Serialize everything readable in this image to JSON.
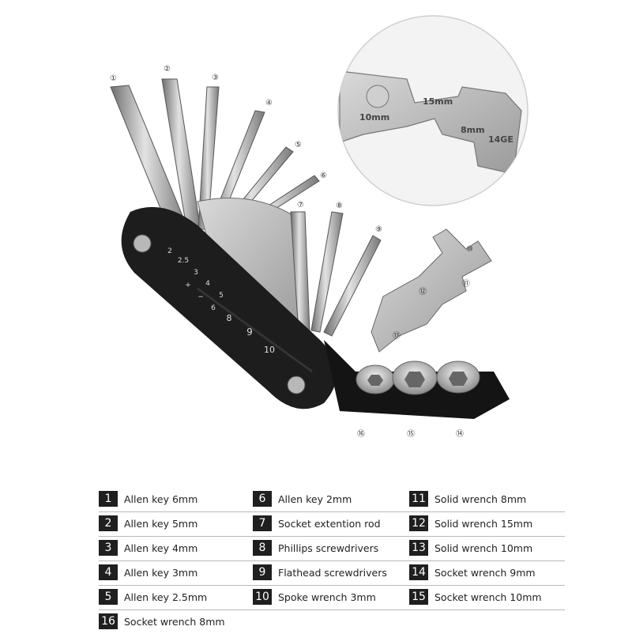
{
  "illustration": {
    "callouts": [
      "①",
      "②",
      "③",
      "④",
      "⑤",
      "⑥",
      "⑦",
      "⑧",
      "⑨",
      "⑩",
      "⑪",
      "⑫",
      "⑬",
      "⑭",
      "⑮",
      "⑯"
    ],
    "handle_marks": [
      "2",
      "2.5",
      "3",
      "4",
      "5",
      "+",
      "−",
      "6",
      "8",
      "9",
      "10"
    ],
    "inset_labels": {
      "a": "15mm",
      "b": "10mm",
      "c": "8mm",
      "d": "14GE"
    }
  },
  "parts": [
    {
      "num": "1",
      "name": "Allen key 6mm"
    },
    {
      "num": "2",
      "name": "Allen key 5mm"
    },
    {
      "num": "3",
      "name": "Allen key 4mm"
    },
    {
      "num": "4",
      "name": "Allen key 3mm"
    },
    {
      "num": "5",
      "name": "Allen key 2.5mm"
    },
    {
      "num": "6",
      "name": "Allen key 2mm"
    },
    {
      "num": "7",
      "name": "Socket extention rod"
    },
    {
      "num": "8",
      "name": "Phillips screwdrivers"
    },
    {
      "num": "9",
      "name": "Flathead screwdrivers"
    },
    {
      "num": "10",
      "name": "Spoke wrench 3mm"
    },
    {
      "num": "11",
      "name": "Solid wrench 8mm"
    },
    {
      "num": "12",
      "name": "Solid wrench 15mm"
    },
    {
      "num": "13",
      "name": "Solid wrench 10mm"
    },
    {
      "num": "14",
      "name": "Socket wrench 9mm"
    },
    {
      "num": "15",
      "name": "Socket wrench 10mm"
    },
    {
      "num": "16",
      "name": "Socket wrench 8mm"
    }
  ]
}
